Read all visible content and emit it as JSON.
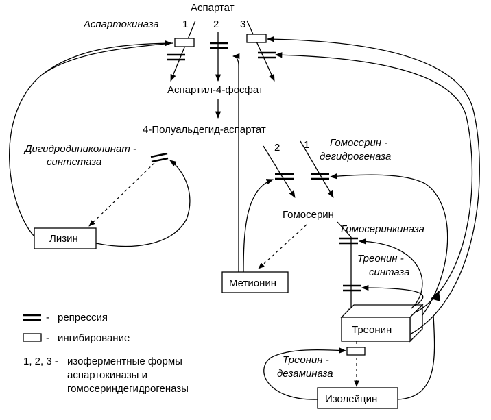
{
  "nodes": {
    "aspartate": "Аспартат",
    "aspartyl_phosphate": "Аспартил-4-фосфат",
    "semialdehyde": "4-Полуальдегид-аспартат",
    "homoserine": "Гомосерин",
    "lysine": "Лизин",
    "methionine": "Метионин",
    "threonine": "Треонин",
    "isoleucine": "Изолейцин"
  },
  "enzymes": {
    "aspartokinase": "Аспартокиназа",
    "dhdps_1": "Дигидродипиколинат -",
    "dhdps_2": "синтетаза",
    "hsdh_1": "Гомосерин -",
    "hsdh_2": "дегидрогеназа",
    "homoserine_kinase": "Гомосеринкиназа",
    "thr_synthase_1": "Треонин -",
    "thr_synthase_2": "синтаза",
    "thr_deaminase_1": "Треонин -",
    "thr_deaminase_2": "дезаминаза"
  },
  "isoforms": {
    "ak": [
      "1",
      "2",
      "3"
    ],
    "hsdh": [
      "2",
      "1"
    ]
  },
  "legend": {
    "repression_dash": "-",
    "repression": "репрессия",
    "inhibition_dash": "-",
    "inhibition": "ингибирование",
    "isoforms_prefix": "1, 2, 3 -",
    "isoforms_line1": "изоферментные формы",
    "isoforms_line2": "аспартокиназы и",
    "isoforms_line3": "гомосериндегидрогеназы"
  }
}
